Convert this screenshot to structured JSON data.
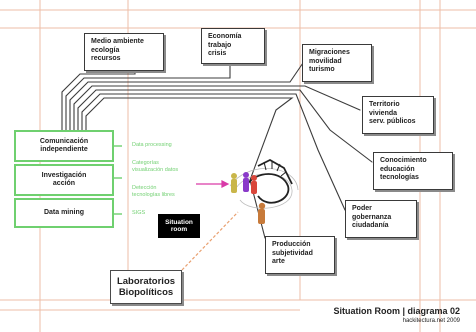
{
  "topics": [
    {
      "id": "medio",
      "lines": [
        "Medio ambiente",
        "ecología",
        "recursos"
      ]
    },
    {
      "id": "economia",
      "lines": [
        "Economía",
        "trabajo",
        "crisis"
      ]
    },
    {
      "id": "migraciones",
      "lines": [
        "Migraciones",
        "movilidad",
        "turismo"
      ]
    },
    {
      "id": "territorio",
      "lines": [
        "Territorio",
        "vivienda",
        "serv. públicos"
      ]
    },
    {
      "id": "conocimiento",
      "lines": [
        "Conocimiento",
        "educación",
        "tecnologías"
      ]
    },
    {
      "id": "poder",
      "lines": [
        "Poder",
        "gobernanza",
        "ciudadanía"
      ]
    },
    {
      "id": "produccion",
      "lines": [
        "Producción",
        "subjetividad",
        "arte"
      ]
    }
  ],
  "methods": [
    {
      "id": "comunicacion",
      "lines": [
        "Comunicación",
        "independiente"
      ]
    },
    {
      "id": "investigacion",
      "lines": [
        "Investigación",
        "acción"
      ]
    },
    {
      "id": "datamining",
      "lines": [
        "Data mining"
      ]
    }
  ],
  "method_notes": [
    {
      "id": "note-1",
      "lines": [
        "Data processing"
      ]
    },
    {
      "id": "note-2",
      "lines": [
        "Categorías",
        "visualización datos"
      ]
    },
    {
      "id": "note-3",
      "lines": [
        "Detección",
        "tecnologías libres"
      ]
    },
    {
      "id": "note-4",
      "lines": [
        "SIGS"
      ]
    }
  ],
  "situation_room": {
    "lines": [
      "Situation",
      "room"
    ]
  },
  "laboratorios": {
    "lines": [
      "Laboratorios",
      "Biopolíticos"
    ]
  },
  "caption": {
    "title": "Situation Room | diagrama 02",
    "credit": "hackitectura.net 2009"
  },
  "colors": {
    "wires": "#3c3c3c",
    "grid": "#e7a88a",
    "green": "#6fd06f",
    "arrow": "#d93aa8",
    "dashed": "#e9a070"
  }
}
